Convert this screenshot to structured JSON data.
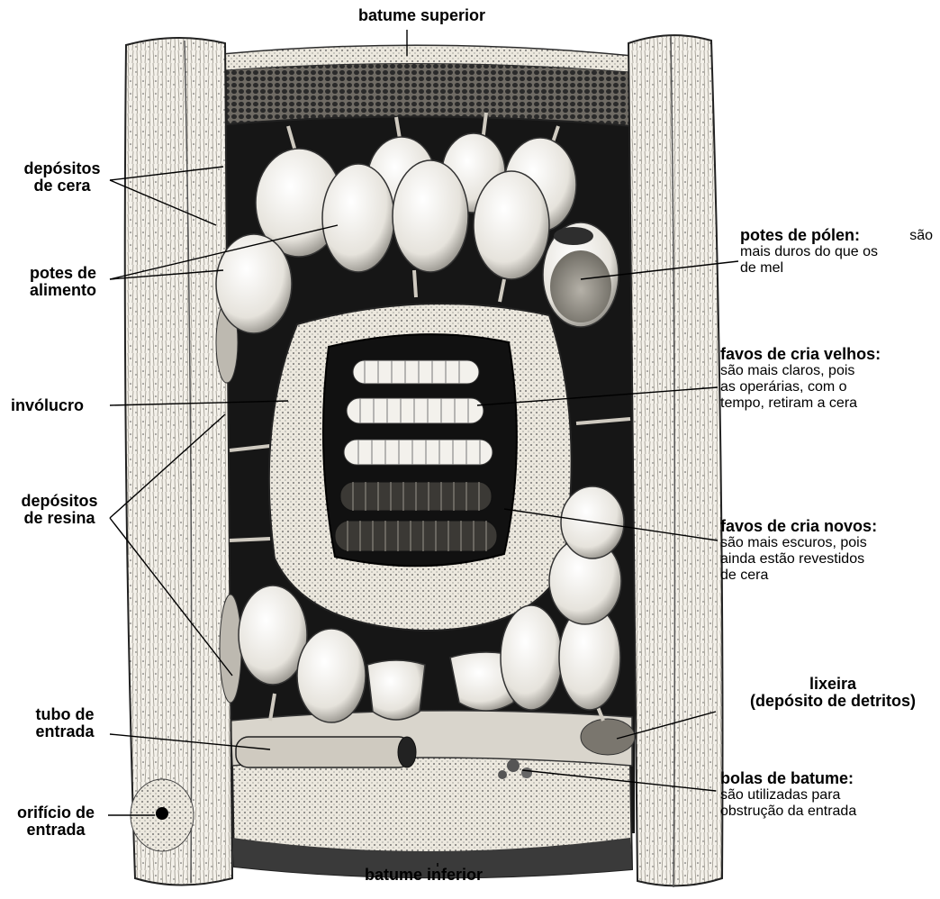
{
  "labels": {
    "batume_superior": "batume superior",
    "depositos_cera": [
      "depósitos",
      "de cera"
    ],
    "potes_alimento": [
      "potes de",
      "alimento"
    ],
    "involucro": "invólucro",
    "depositos_resina": [
      "depósitos",
      "de resina"
    ],
    "tubo_entrada": [
      "tubo de",
      "entrada"
    ],
    "orificio_entrada": [
      "orifício de",
      "entrada"
    ],
    "batume_inferior": "batume inferior",
    "potes_polen": {
      "title": "potes de pólen:",
      "desc": [
        "são",
        "mais duros do que os",
        "de mel"
      ]
    },
    "favos_velhos": {
      "title": "favos de cria velhos:",
      "desc": [
        "são mais claros, pois",
        "as operárias, com o",
        "tempo, retiram a cera"
      ]
    },
    "favos_novos": {
      "title": "favos de cria novos:",
      "desc": [
        "são mais escuros, pois",
        "ainda estão revestidos",
        "de cera"
      ]
    },
    "lixeira": [
      "lixeira",
      "(depósito de detritos)"
    ],
    "bolas_batume": {
      "title": "bolas de batume:",
      "desc": [
        "são utilizadas para",
        "obstrução da entrada"
      ]
    }
  }
}
